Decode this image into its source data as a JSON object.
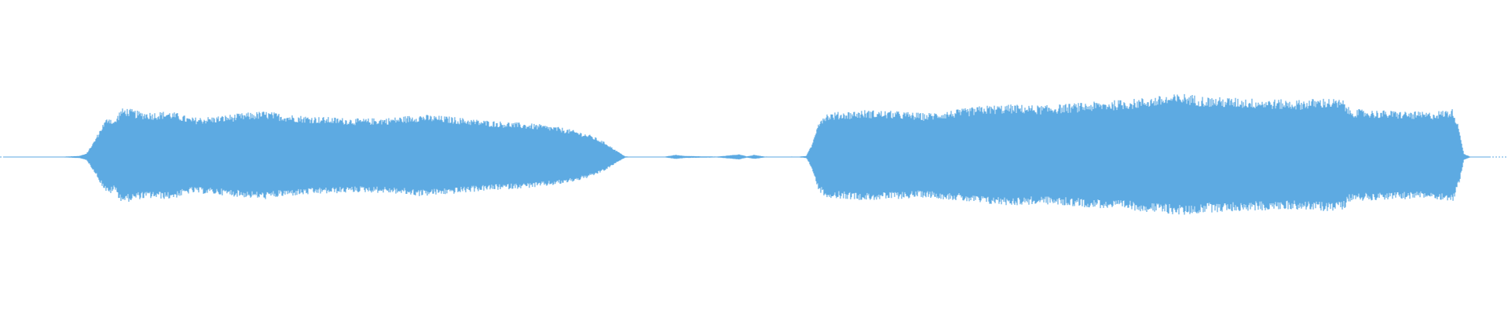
{
  "waveform": {
    "color": "#5DAAE2",
    "background": "#FFFFFF",
    "envelope": [
      [
        0.0,
        0.002
      ],
      [
        0.04,
        0.004
      ],
      [
        0.05,
        0.01
      ],
      [
        0.055,
        0.03
      ],
      [
        0.06,
        0.14
      ],
      [
        0.066,
        0.3
      ],
      [
        0.07,
        0.38
      ],
      [
        0.074,
        0.33
      ],
      [
        0.078,
        0.44
      ],
      [
        0.082,
        0.45
      ],
      [
        0.09,
        0.42
      ],
      [
        0.1,
        0.41
      ],
      [
        0.11,
        0.42
      ],
      [
        0.117,
        0.4
      ],
      [
        0.125,
        0.36
      ],
      [
        0.14,
        0.37
      ],
      [
        0.16,
        0.4
      ],
      [
        0.175,
        0.42
      ],
      [
        0.19,
        0.39
      ],
      [
        0.21,
        0.37
      ],
      [
        0.24,
        0.35
      ],
      [
        0.26,
        0.36
      ],
      [
        0.28,
        0.39
      ],
      [
        0.3,
        0.37
      ],
      [
        0.32,
        0.34
      ],
      [
        0.34,
        0.32
      ],
      [
        0.36,
        0.3
      ],
      [
        0.375,
        0.27
      ],
      [
        0.385,
        0.24
      ],
      [
        0.395,
        0.2
      ],
      [
        0.405,
        0.13
      ],
      [
        0.412,
        0.06
      ],
      [
        0.418,
        0.006
      ],
      [
        0.425,
        0.0
      ],
      [
        0.432,
        0.002
      ],
      [
        0.445,
        0.004
      ],
      [
        0.452,
        0.02
      ],
      [
        0.458,
        0.01
      ],
      [
        0.48,
        0.004
      ],
      [
        0.495,
        0.025
      ],
      [
        0.5,
        0.006
      ],
      [
        0.505,
        0.02
      ],
      [
        0.512,
        0.004
      ],
      [
        0.535,
        0.004
      ],
      [
        0.54,
        0.01
      ],
      [
        0.544,
        0.12
      ],
      [
        0.548,
        0.33
      ],
      [
        0.553,
        0.4
      ],
      [
        0.56,
        0.41
      ],
      [
        0.58,
        0.43
      ],
      [
        0.6,
        0.42
      ],
      [
        0.62,
        0.4
      ],
      [
        0.64,
        0.43
      ],
      [
        0.66,
        0.47
      ],
      [
        0.68,
        0.48
      ],
      [
        0.7,
        0.47
      ],
      [
        0.72,
        0.49
      ],
      [
        0.74,
        0.51
      ],
      [
        0.76,
        0.53
      ],
      [
        0.78,
        0.56
      ],
      [
        0.795,
        0.58
      ],
      [
        0.81,
        0.55
      ],
      [
        0.83,
        0.54
      ],
      [
        0.85,
        0.53
      ],
      [
        0.87,
        0.52
      ],
      [
        0.89,
        0.54
      ],
      [
        0.902,
        0.52
      ],
      [
        0.906,
        0.44
      ],
      [
        0.92,
        0.43
      ],
      [
        0.94,
        0.42
      ],
      [
        0.96,
        0.41
      ],
      [
        0.97,
        0.43
      ],
      [
        0.976,
        0.44
      ],
      [
        0.98,
        0.25
      ],
      [
        0.983,
        0.03
      ],
      [
        0.987,
        0.004
      ],
      [
        1.0,
        0.002
      ]
    ]
  }
}
